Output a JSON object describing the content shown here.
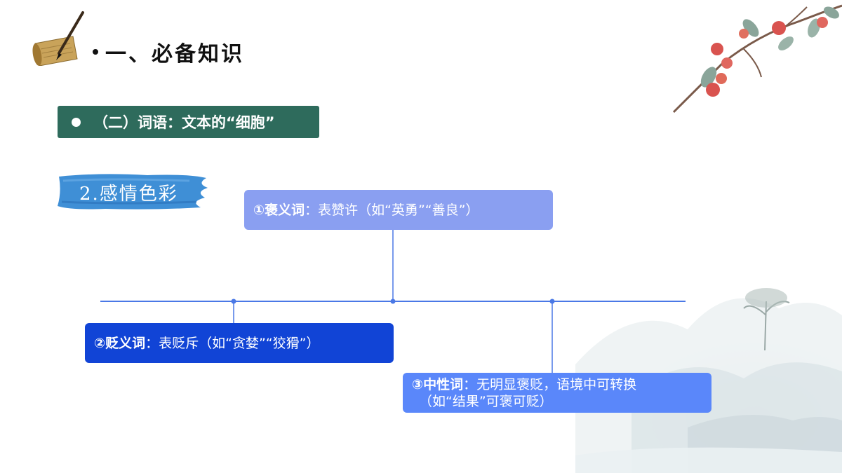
{
  "header": {
    "title": "一、必备知识"
  },
  "section": {
    "label": "（二）词语：文本的“细胞”"
  },
  "subtopic": {
    "label": "2.感情色彩"
  },
  "diagram": {
    "items": [
      {
        "term": "①褒义词",
        "sep": "：",
        "desc": "表赞许（如“英勇”“善良”）"
      },
      {
        "term": "②贬义词",
        "sep": "：",
        "desc": "表贬斥（如“贪婪”“狡猾”）"
      },
      {
        "term": "③中性词",
        "sep": "：",
        "desc": "无明显褒贬，语境中可转换",
        "desc2": "（如“结果”可褒可贬）"
      }
    ]
  },
  "colors": {
    "section_bg": "#2e6b5c",
    "box_positive": "#8a9ff1",
    "box_negative": "#1144d6",
    "box_neutral": "#5a87fa",
    "connector": "#4a78e6"
  }
}
